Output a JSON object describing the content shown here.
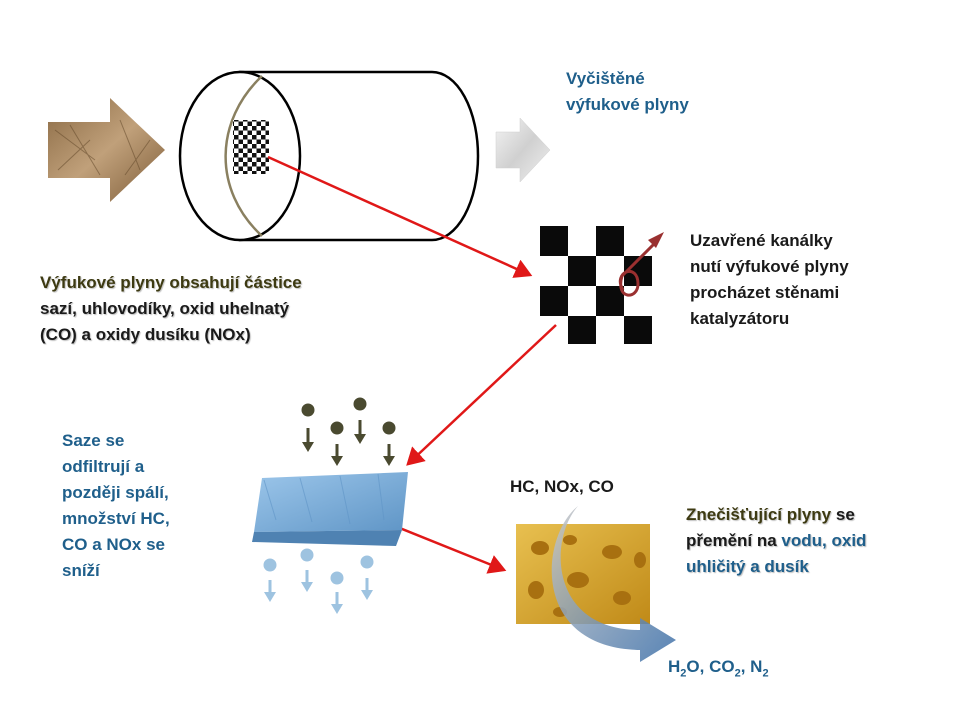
{
  "labels": {
    "clean_gas": [
      "Vyčištěné",
      "výfukové plyny"
    ],
    "exhaust_contains": [
      "Výfukové plyny obsahují částice",
      "sazí, uhlovodíky, oxid uhelnatý",
      "(CO) a oxidy dusíku (NOx)"
    ],
    "closed_channels": [
      "Uzavřené kanálky",
      "nutí výfukové plyny",
      "procházet stěnami",
      "katalyzátoru"
    ],
    "soot": [
      "Saze se",
      "odfiltrují a",
      "později spálí,",
      "množství HC,",
      "CO a NOx se",
      "sníží"
    ],
    "pollutants_in": "HC, NOx, CO",
    "conversion": {
      "part1": "Znečišťující plyny",
      "part2": " se",
      "part3": "přemění na ",
      "part4": "vodu, oxid",
      "part5": "uhličitý  a dusík"
    },
    "products": {
      "h": "H",
      "h_sub": "2",
      "o": "O,  CO",
      "co_sub": "2",
      "n": ", N",
      "n_sub": "2"
    }
  },
  "colors": {
    "dark_text": "#1a1a1a",
    "olive_text": "#3d3a12",
    "blue_text": "#1f5f8b",
    "red_arrow": "#e01818",
    "dark_ball": "#4a4a30",
    "light_ball": "#9ec3e0",
    "sponge": "#7fb2dc",
    "catalyst": "#d8a828"
  }
}
